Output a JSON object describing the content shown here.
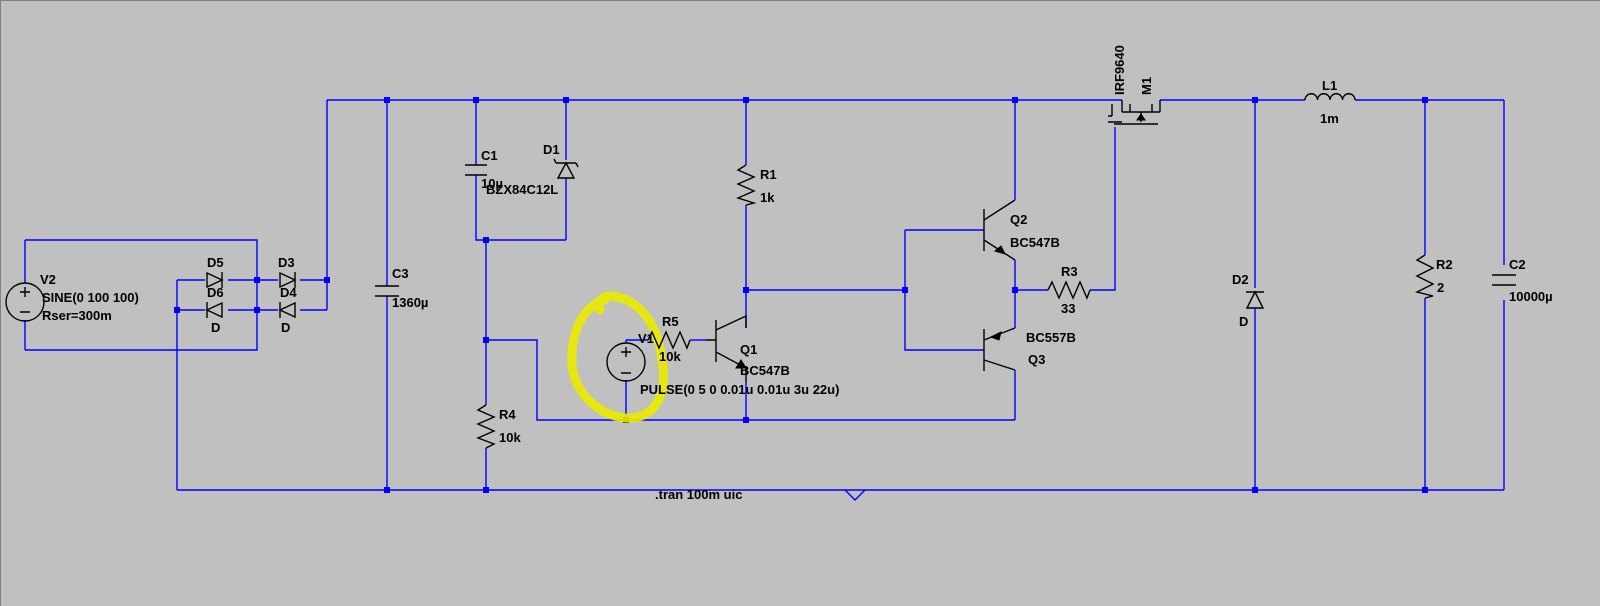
{
  "colors": {
    "background": "#c0c0c0",
    "wire": "#0000ff",
    "symbol": "#000000",
    "highlight": "#ffff00"
  },
  "components": {
    "v2": {
      "ref": "V2",
      "value": "SINE(0 100 100)",
      "extra": "Rser=300m"
    },
    "d5": {
      "ref": "D5"
    },
    "d3": {
      "ref": "D3"
    },
    "d6": {
      "ref": "D6",
      "value": "D"
    },
    "d4": {
      "ref": "D4",
      "value": "D"
    },
    "c3": {
      "ref": "C3",
      "value": "1360µ"
    },
    "c1": {
      "ref": "C1",
      "value": "10µ"
    },
    "d1": {
      "ref": "D1",
      "value": "BZX84C12L"
    },
    "r4": {
      "ref": "R4",
      "value": "10k"
    },
    "v1": {
      "ref": "V1",
      "value": "PULSE(0 5 0 0.01u 0.01u 3u 22u)"
    },
    "r5": {
      "ref": "R5",
      "value": "10k"
    },
    "q1": {
      "ref": "Q1",
      "value": "BC547B"
    },
    "r1": {
      "ref": "R1",
      "value": "1k"
    },
    "q2": {
      "ref": "Q2",
      "value": "BC547B"
    },
    "q3": {
      "ref": "Q3",
      "value": "BC557B"
    },
    "r3": {
      "ref": "R3",
      "value": "33"
    },
    "m1": {
      "ref": "M1",
      "value": "IRF9640"
    },
    "l1": {
      "ref": "L1",
      "value": "1m"
    },
    "d2": {
      "ref": "D2",
      "value": "D"
    },
    "r2": {
      "ref": "R2",
      "value": "2"
    },
    "c2": {
      "ref": "C2",
      "value": "10000µ"
    }
  },
  "directive": ".tran 100m uic"
}
